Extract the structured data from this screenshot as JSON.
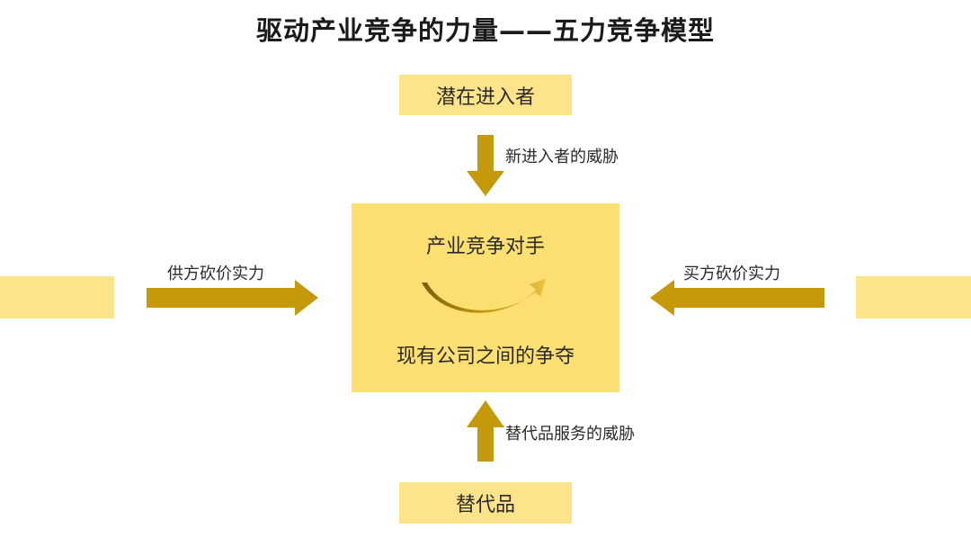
{
  "title": "驱动产业竞争的力量——五力竞争模型",
  "nodes": {
    "top": "潜在进入者",
    "bottom": "替代品",
    "left": "",
    "right": "",
    "center_top": "产业竞争对手",
    "center_bottom": "现有公司之间的争夺"
  },
  "arrows": {
    "top": "新进入者的威胁",
    "bottom": "替代品服务的威胁",
    "left": "供方砍价实力",
    "right": "买方砍价实力"
  },
  "colors": {
    "arrow": "#c49a0c",
    "box_light": "#fde389",
    "center_fill": "#fddf72"
  }
}
